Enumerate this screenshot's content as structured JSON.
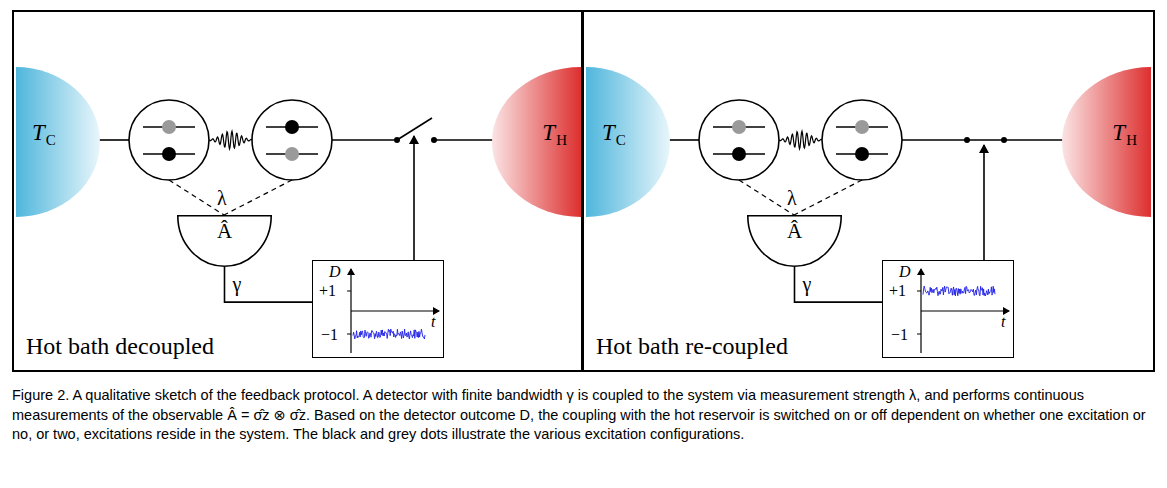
{
  "diagram": {
    "caption": "Figure 2. A qualitative sketch of the feedback protocol. A detector with finite bandwidth γ is coupled to the system via measurement strength λ, and performs continuous measurements of the observable Â = σ̂z ⊗ σ̂z. Based on the detector outcome D, the coupling with the hot reservoir is switched on or off dependent on whether one excitation or no, or two, excitations reside in the system. The black and grey dots illustrate the various excitation configurations.",
    "nodes": [
      {
        "text": [
          "Hot bath decoupled"
        ]
      },
      {
        "text": [
          "T",
          "C"
        ],
        "in": 0
      },
      {
        "text": [
          "T",
          "H"
        ],
        "in": 0
      },
      {
        "text": [
          "Â"
        ],
        "in": 0
      },
      {
        "text": [
          "D",
          "+1",
          "−1",
          "t"
        ],
        "in": 0
      },
      {
        "text": [
          "Hot bath re-coupled"
        ]
      },
      {
        "text": [
          "T",
          "C"
        ],
        "in": 5
      },
      {
        "text": [
          "T",
          "H"
        ],
        "in": 5
      },
      {
        "text": [
          "Â"
        ],
        "in": 5
      },
      {
        "text": [
          "D",
          "+1",
          "−1",
          "t"
        ],
        "in": 5
      }
    ],
    "edges": [
      {
        "from": 3,
        "to": 4,
        "arrow": "none",
        "label": "γ"
      },
      {
        "from": 8,
        "to": 9,
        "arrow": "none",
        "label": "γ"
      }
    ],
    "labels": [
      "λ",
      "λ"
    ]
  }
}
